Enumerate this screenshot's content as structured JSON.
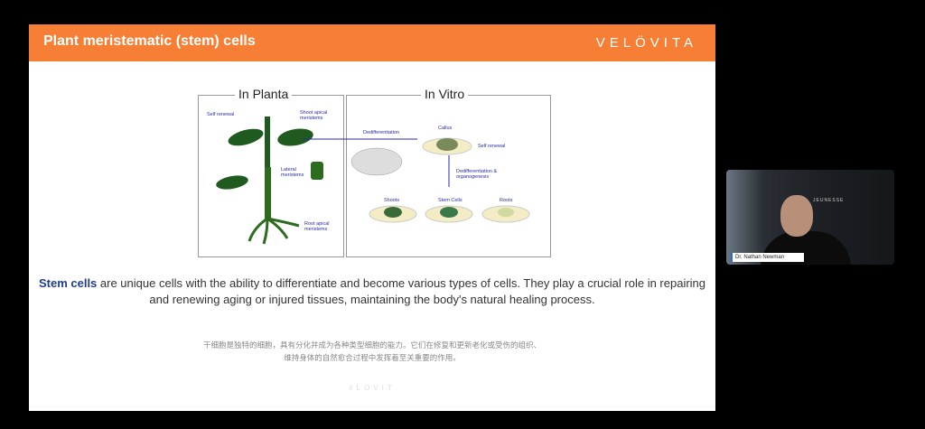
{
  "slide": {
    "title": "Plant meristematic (stem) cells",
    "logo": "VELÖVITA",
    "diagram": {
      "in_planta": "In Planta",
      "in_vitro": "In Vitro",
      "labels": {
        "self_renewal_1": "Self renewal",
        "shoot_apical": "Shoot apical meristems",
        "lateral": "Lateral meristems",
        "root_apical": "Root apical meristems",
        "dedifferentiation": "Dedifferentiation",
        "callus": "Callus",
        "self_renewal_2": "Self renewal",
        "organogenesis": "Dedifferentiation & organogenesis",
        "shoots": "Shoots",
        "stem_cells": "Stem Cells",
        "roots": "Roots"
      }
    },
    "body_bold": "Stem cells",
    "body_rest": " are unique cells with the ability to differentiate and become various types of cells. They play a crucial role in repairing and renewing aging or injured tissues, maintaining the body's natural healing process.",
    "chinese_line1": "干细胞是独特的细胞，具有分化并成为各种类型细胞的能力。它们在修复和更新老化或受伤的组织、",
    "chinese_line2": "维持身体的自然愈合过程中发挥着至关重要的作用。",
    "watermark": "#LOVIT"
  },
  "video": {
    "participant_name": "Dr. Nathan Newman",
    "background_brand": "JEUNESSE"
  },
  "colors": {
    "header": "#F77E35",
    "accent_text": "#1f3d8f"
  }
}
